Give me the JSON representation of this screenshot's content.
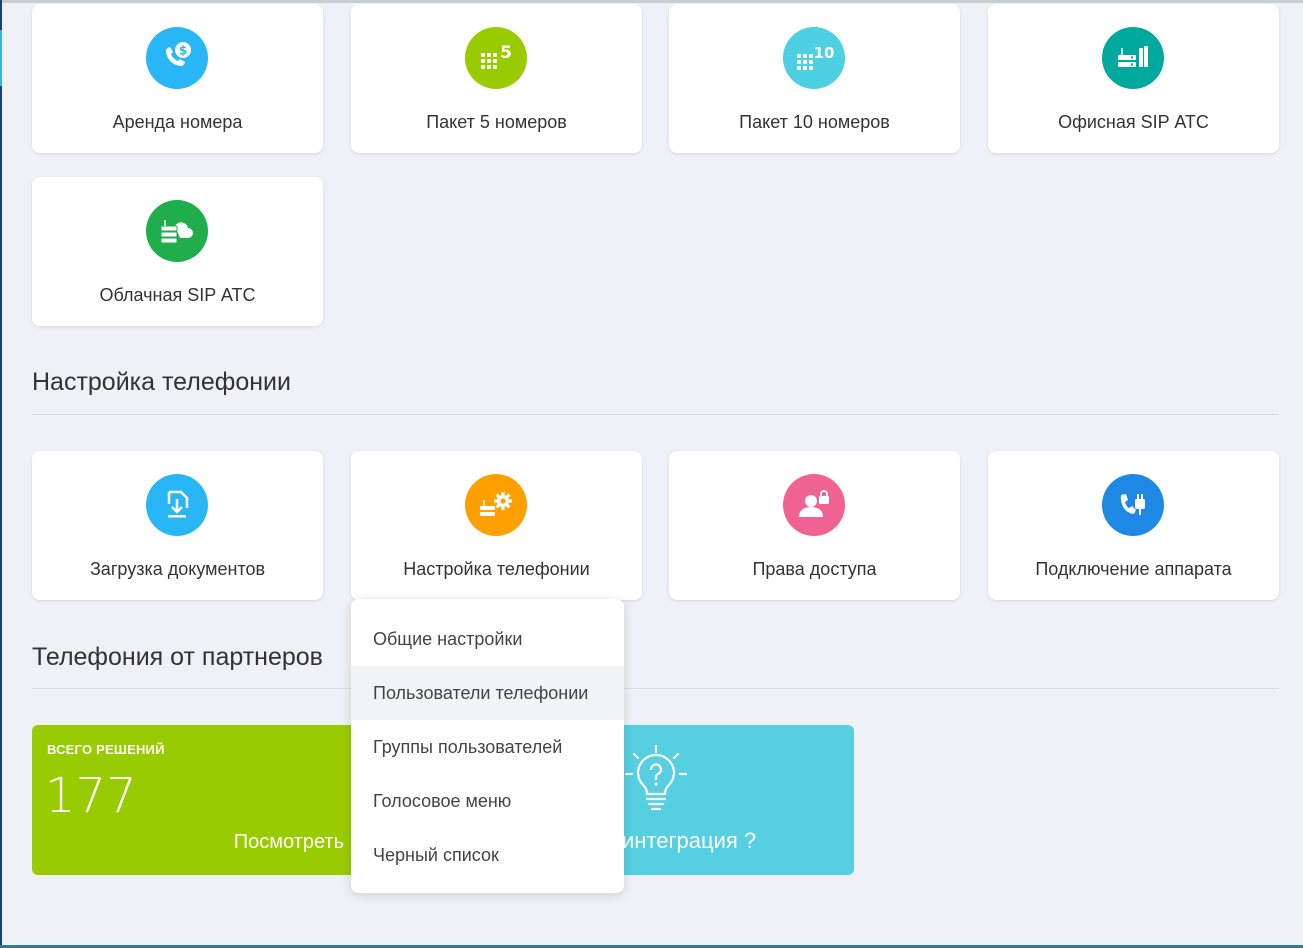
{
  "services": {
    "tiles": [
      {
        "label": "Аренда номера",
        "icon": "phone-dollar-icon",
        "color": "#29b6f6"
      },
      {
        "label": "Пакет 5 номеров",
        "icon": "numpad-5-icon",
        "color": "#99cc00",
        "badge": "5"
      },
      {
        "label": "Пакет 10 номеров",
        "icon": "numpad-10-icon",
        "color": "#4dd0e1",
        "badge": "10"
      },
      {
        "label": "Офисная SIP АТС",
        "icon": "office-pbx-icon",
        "color": "#00a99d"
      },
      {
        "label": "Облачная SIP АТС",
        "icon": "cloud-pbx-icon",
        "color": "#1fae4b"
      }
    ]
  },
  "telephony_settings": {
    "title": "Настройка телефонии",
    "tiles": [
      {
        "label": "Загрузка документов",
        "icon": "document-download-icon",
        "color": "#29b6f6"
      },
      {
        "label": "Настройка телефонии",
        "icon": "settings-gear-icon",
        "color": "#ffa000"
      },
      {
        "label": "Права доступа",
        "icon": "user-lock-icon",
        "color": "#f06292"
      },
      {
        "label": "Подключение аппарата",
        "icon": "phone-plug-icon",
        "color": "#1e88e5"
      }
    ]
  },
  "partners": {
    "title": "Телефония от партнеров",
    "stat": {
      "caption": "ВСЕГО РЕШЕНИЙ",
      "value": "177",
      "link": "Посмотреть",
      "color": "#99cc00"
    },
    "integration": {
      "text": "интеграция ?",
      "icon": "lightbulb-question-icon",
      "color": "#56cfe1"
    }
  },
  "dropdown": {
    "items": [
      "Общие настройки",
      "Пользователи телефонии",
      "Группы пользователей",
      "Голосовое меню",
      "Черный список"
    ],
    "hovered_index": 1
  }
}
